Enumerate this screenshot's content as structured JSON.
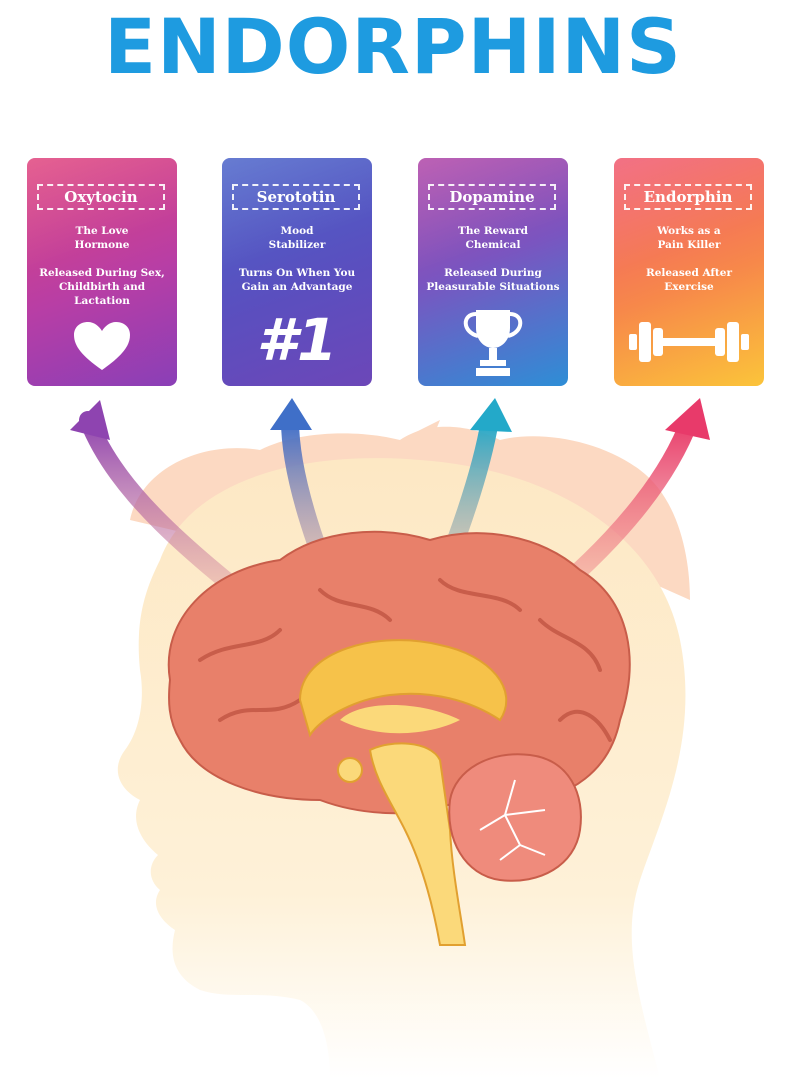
{
  "title": "ENDORPHINS",
  "cards": [
    {
      "name": "Oxytocin",
      "line1": "The Love\nHormone",
      "line2": "Released During Sex,\nChildbirth and\nLactation",
      "icon": "heart-icon"
    },
    {
      "name": "Serototin",
      "line1": "Mood\nStabilizer",
      "line2": "Turns On When You\nGain an  Advantage",
      "icon_text": "#1",
      "icon": "number-one-icon"
    },
    {
      "name": "Dopamine",
      "line1": "The Reward\nChemical",
      "line2": "Released During\nPleasurable Situations",
      "icon": "trophy-icon"
    },
    {
      "name": "Endorphin",
      "line1": "Works as a\nPain Killer",
      "line2": "Released After\nExercise",
      "icon": "dumbbell-icon"
    }
  ],
  "colors": {
    "title": "#1e9be0",
    "oxytocin": "#b83ea5",
    "serotonin": "#5a4fbf",
    "dopamine": "#2e8ed6",
    "endorphin": "#f7884a",
    "brain": "#e8806a",
    "head": "#fde3b0"
  }
}
